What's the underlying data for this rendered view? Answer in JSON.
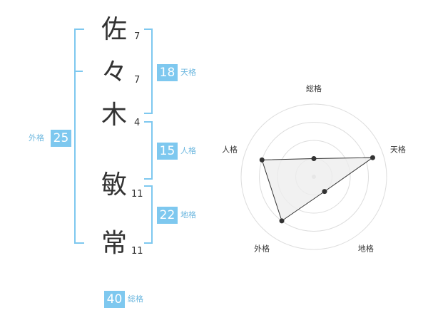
{
  "name": {
    "characters": [
      {
        "char": "佐",
        "strokes": "7"
      },
      {
        "char": "々",
        "strokes": "7"
      },
      {
        "char": "木",
        "strokes": "4"
      },
      {
        "char": "敏",
        "strokes": "11"
      },
      {
        "char": "常",
        "strokes": "11"
      }
    ]
  },
  "fortunes": {
    "ten": {
      "value": "18",
      "label": "天格"
    },
    "jin": {
      "value": "15",
      "label": "人格"
    },
    "chi": {
      "value": "22",
      "label": "地格"
    },
    "gai": {
      "value": "25",
      "label": "外格"
    },
    "so": {
      "value": "40",
      "label": "総格"
    }
  },
  "radar": {
    "axes": [
      "総格",
      "天格",
      "地格",
      "外格",
      "人格"
    ],
    "levels": 4,
    "values": [
      0.25,
      0.85,
      0.25,
      0.75,
      0.75
    ],
    "colors": {
      "grid": "#dddddd",
      "fill": "#eeeeee",
      "line": "#333333",
      "center": "#cccccc"
    }
  }
}
